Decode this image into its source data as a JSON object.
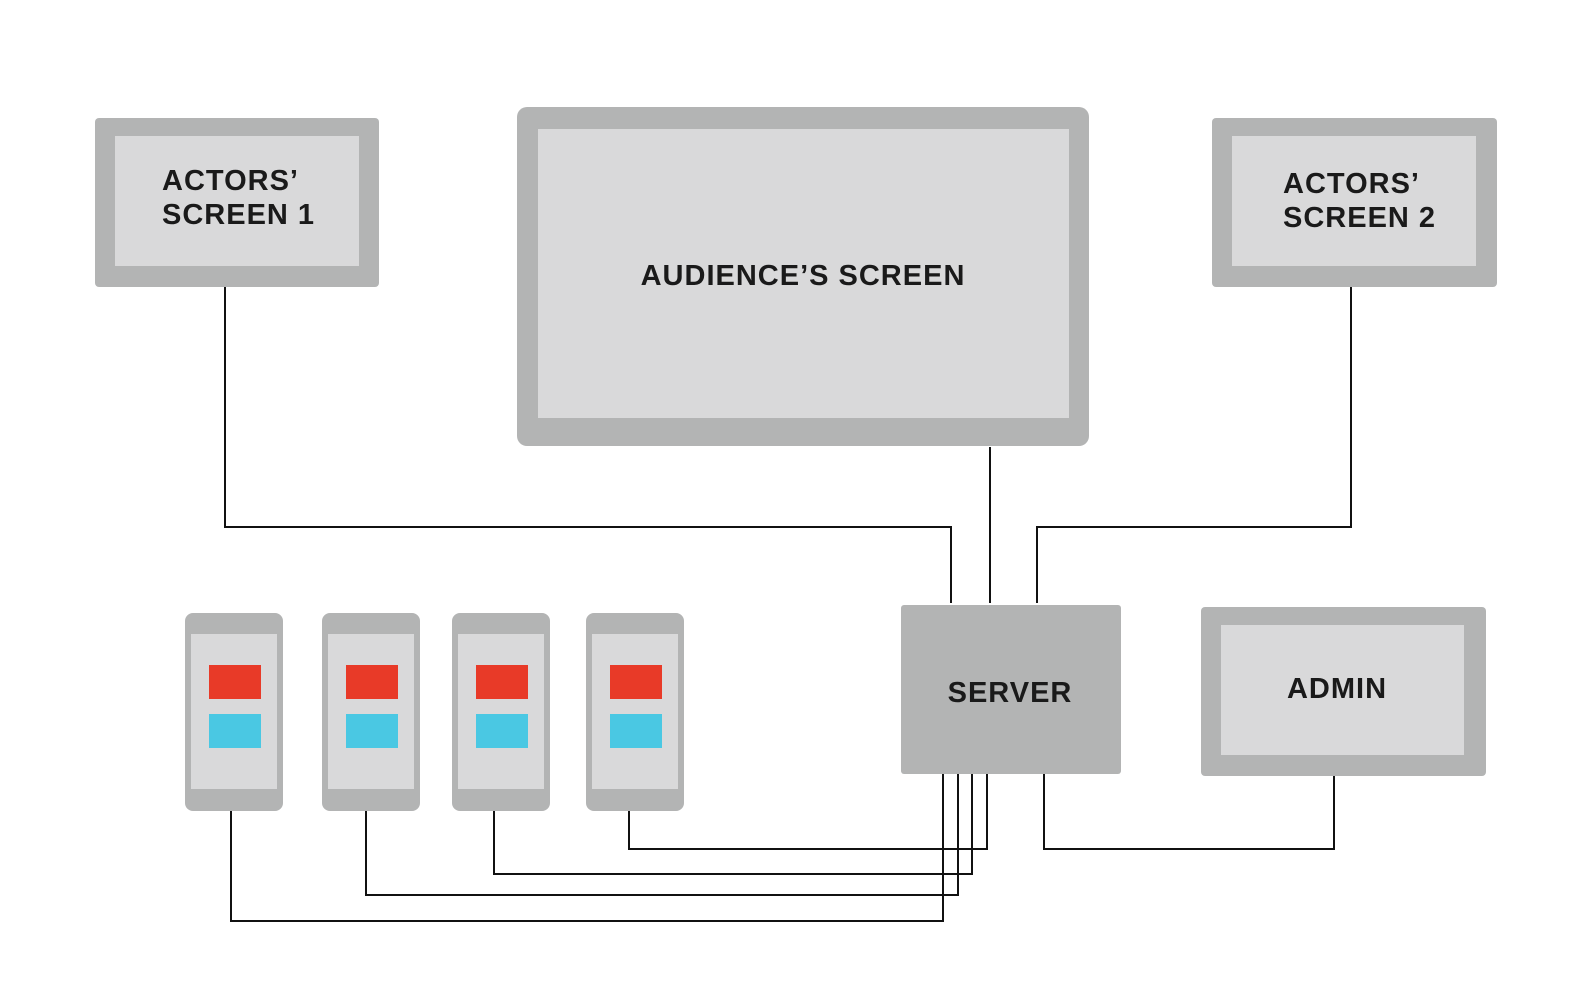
{
  "colors": {
    "background": "#ffffff",
    "device_frame": "#b3b4b4",
    "device_screen": "#d9d9da",
    "server_fill": "#b3b4b4",
    "connector": "#111111",
    "phone_button_top": "#e83a28",
    "phone_button_bottom": "#4ac8e3"
  },
  "nodes": {
    "actors_screen_1": {
      "label_line1": "ACTORS’",
      "label_line2": "SCREEN 1"
    },
    "audience_screen": {
      "label": "AUDIENCE’S SCREEN"
    },
    "actors_screen_2": {
      "label_line1": "ACTORS’",
      "label_line2": "SCREEN 2"
    },
    "server": {
      "label": "SERVER"
    },
    "admin": {
      "label": "ADMIN"
    }
  },
  "phones": [
    {
      "buttons": [
        "red",
        "blue"
      ]
    },
    {
      "buttons": [
        "red",
        "blue"
      ]
    },
    {
      "buttons": [
        "red",
        "blue"
      ]
    },
    {
      "buttons": [
        "red",
        "blue"
      ]
    }
  ],
  "edges": [
    {
      "from": "actors_screen_1",
      "to": "server"
    },
    {
      "from": "audience_screen",
      "to": "server"
    },
    {
      "from": "actors_screen_2",
      "to": "server"
    },
    {
      "from": "server",
      "to": "admin"
    },
    {
      "from": "phone_1",
      "to": "server"
    },
    {
      "from": "phone_2",
      "to": "server"
    },
    {
      "from": "phone_3",
      "to": "server"
    },
    {
      "from": "phone_4",
      "to": "server"
    }
  ]
}
